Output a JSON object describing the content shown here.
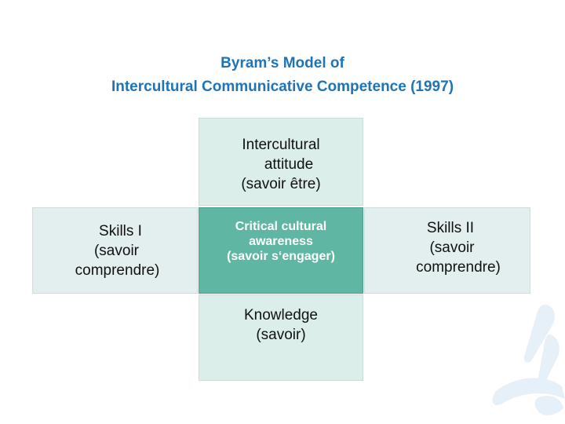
{
  "title": {
    "line1": "Byram’s Model of",
    "line2": "Intercultural Communicative Competence (1997)"
  },
  "boxes": {
    "top": {
      "lines": [
        "Intercultural",
        "attitude",
        "(savoir être)"
      ]
    },
    "left": {
      "lines": [
        "Skills I",
        "(savoir",
        "comprendre)"
      ]
    },
    "center": {
      "lines": [
        "Critical cultural",
        "awareness",
        "(savoir s‘engager)"
      ]
    },
    "right": {
      "lines": [
        "Skills II",
        "(savoir",
        "comprendre)"
      ]
    },
    "bottom": {
      "lines": [
        "Knowledge",
        "(savoir)"
      ]
    }
  },
  "colors": {
    "title": "#1f74b6",
    "center_fill": "#5fb6a3",
    "light_fill": "#dbeee9",
    "side_fill": "#e3eeee"
  }
}
